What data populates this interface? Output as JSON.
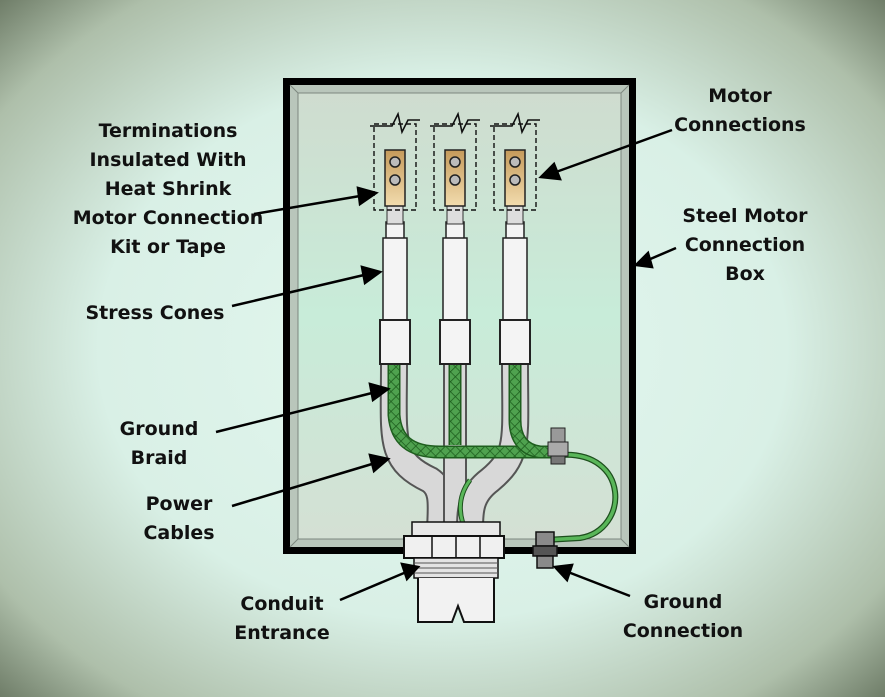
{
  "labels": {
    "terminations": [
      "Terminations",
      "Insulated With",
      "Heat Shrink",
      "Motor Connection",
      "Kit or Tape"
    ],
    "motor_connections": [
      "Motor",
      "Connections"
    ],
    "steel_box": [
      "Steel Motor",
      "Connection",
      "Box"
    ],
    "stress_cones": [
      "Stress Cones"
    ],
    "ground_braid": [
      "Ground",
      "Braid"
    ],
    "power_cables": [
      "Power",
      "Cables"
    ],
    "conduit_entrance": [
      "Conduit",
      "Entrance"
    ],
    "ground_connection": [
      "Ground",
      "Connection"
    ]
  },
  "colors": {
    "box_frame": "#000000",
    "box_inner": "#cfe3d8",
    "lug": "#d3b07a",
    "braid": "#3f8f3f",
    "ground_wire": "#3c9a3c",
    "cable": "#d6d6d6",
    "cone": "#f2f2f2"
  }
}
